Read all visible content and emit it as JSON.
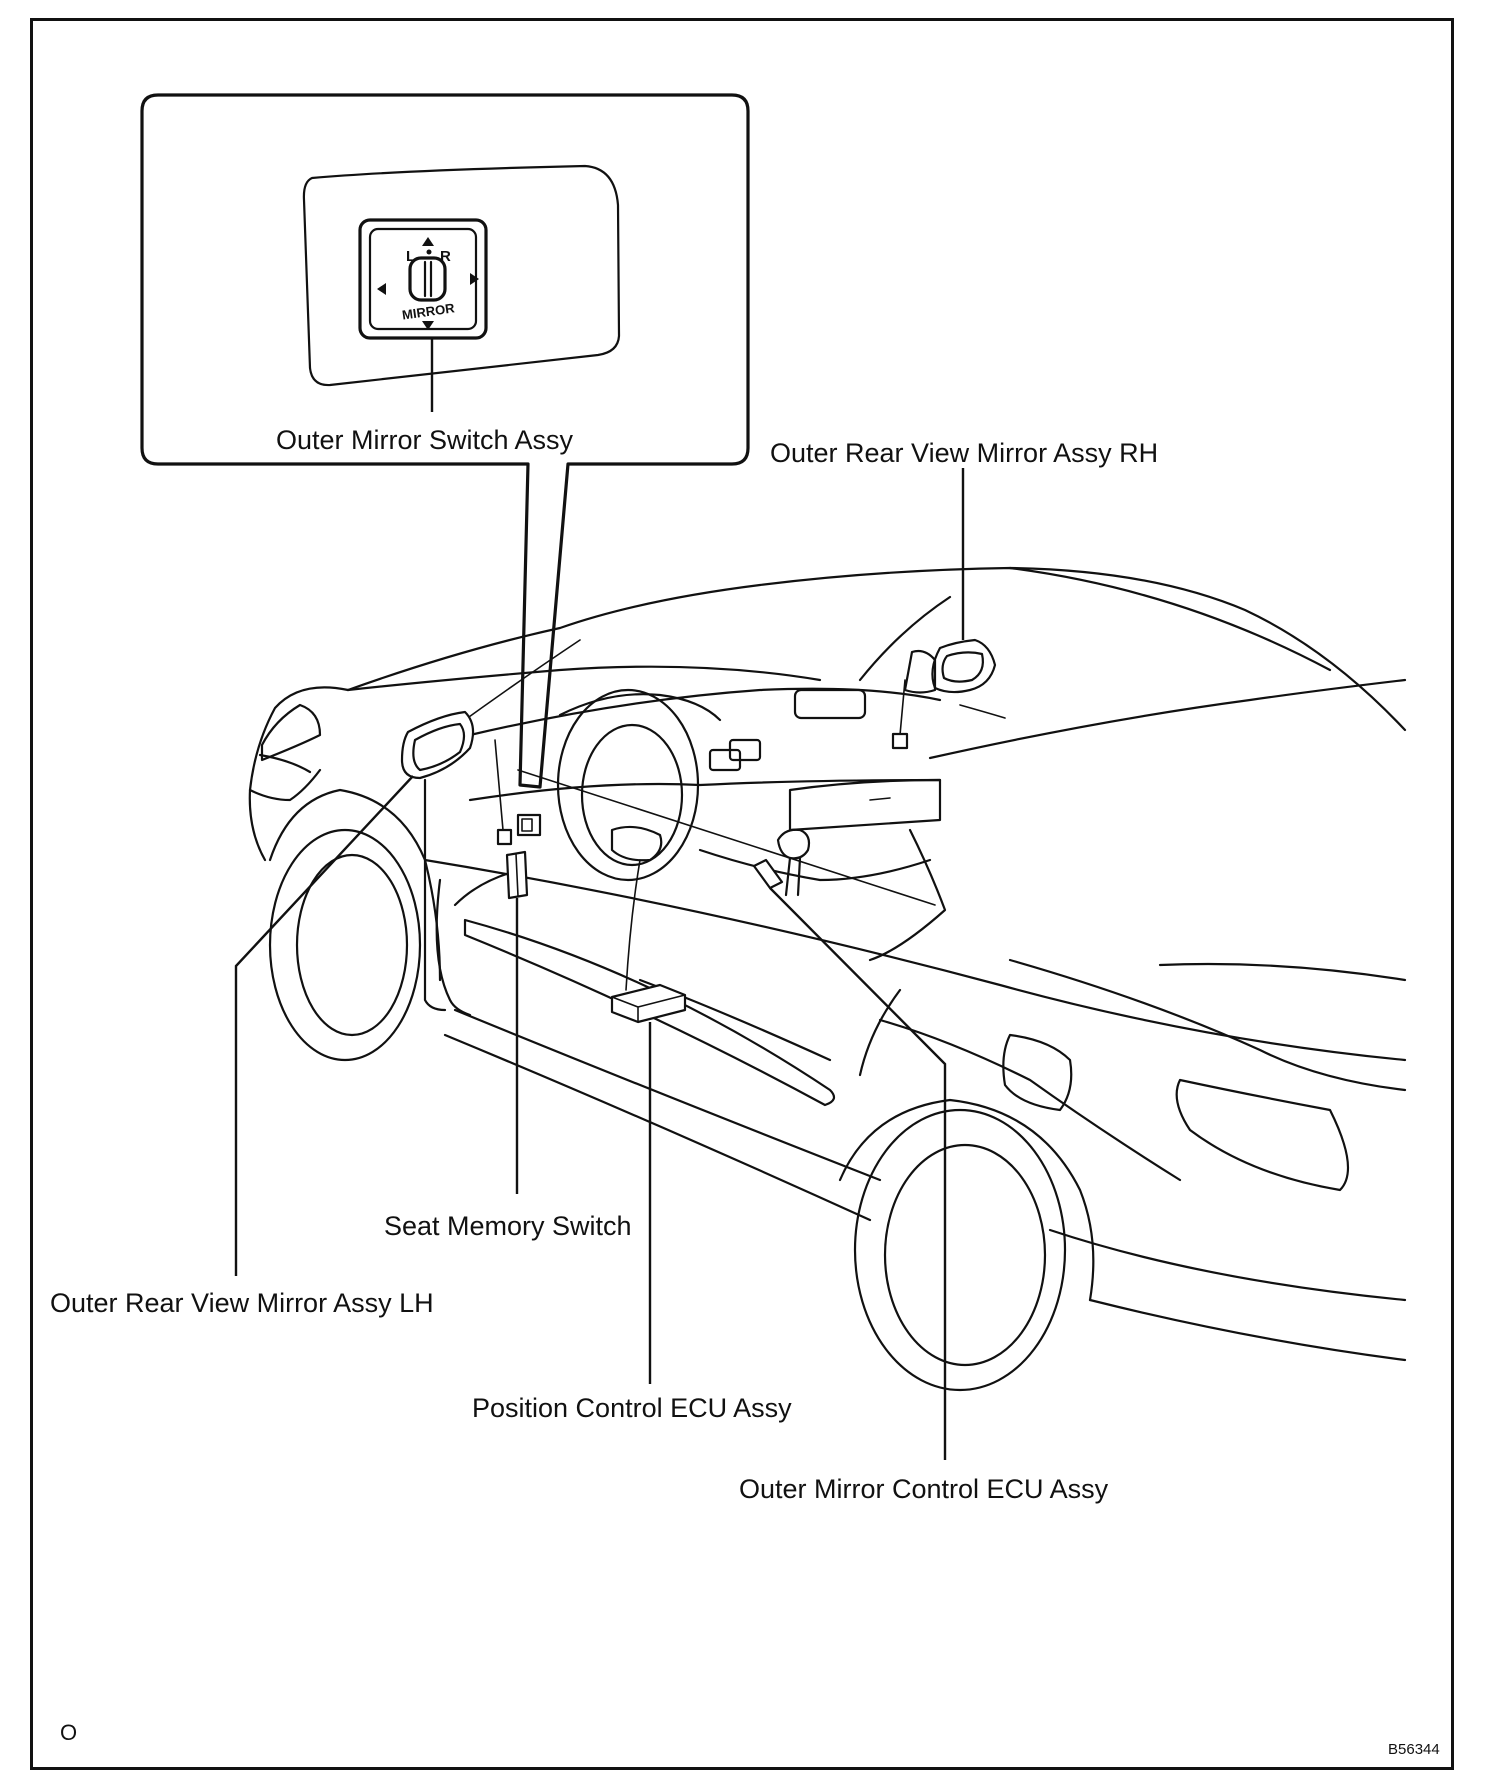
{
  "diagram": {
    "labels": {
      "outer_mirror_switch": "Outer Mirror Switch Assy",
      "mirror_rh": "Outer Rear View Mirror Assy RH",
      "seat_memory_switch": "Seat Memory Switch",
      "mirror_lh": "Outer Rear View Mirror Assy LH",
      "position_control_ecu": "Position Control ECU Assy",
      "outer_mirror_control_ecu": "Outer Mirror Control ECU Assy"
    },
    "switch_markings": {
      "left": "L",
      "right": "R",
      "name": "MIRROR"
    },
    "corner_mark": "O",
    "figure_code": "B56344"
  }
}
